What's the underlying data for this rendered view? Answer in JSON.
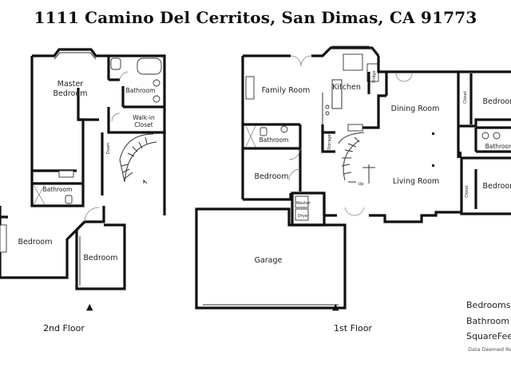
{
  "title": "1111 Camino Del Cerritos, San Dimas, CA 91773",
  "floors": {
    "second": {
      "label": "2nd Floor",
      "rooms": {
        "master_bedroom_line1": "Master",
        "master_bedroom_line2": "Bedroom",
        "master_bathroom": "Bathroom",
        "walkin_line1": "Walk-in",
        "walkin_line2": "Closet",
        "bathroom": "Bathroom",
        "bedroom_left": "Bedroom",
        "bedroom_right": "Bedroom",
        "stairs_down": "Down"
      }
    },
    "first": {
      "label": "1st Floor",
      "rooms": {
        "family_room": "Family Room",
        "kitchen": "Kitchen",
        "fridge": "Fridge",
        "dining_room": "Dining Room",
        "bedroom_top_right": "Bedroom",
        "closet_top": "Closet",
        "bathroom_right": "Bathroom",
        "bedroom_bottom_right": "Bedroom",
        "closet_bottom": "Closet",
        "bathroom_left": "Bathroom",
        "storage": "Storage",
        "stairs_up": "Up",
        "bedroom_left": "Bedroom",
        "washer": "Washer",
        "dryer": "Dryer",
        "living_room": "Living Room",
        "garage": "Garage"
      }
    }
  },
  "info": {
    "bedrooms": "Bedrooms",
    "bathrooms": "Bathroom",
    "square_feet": "SquareFee",
    "disclaimer": "Data Deemed Reliable, I"
  }
}
